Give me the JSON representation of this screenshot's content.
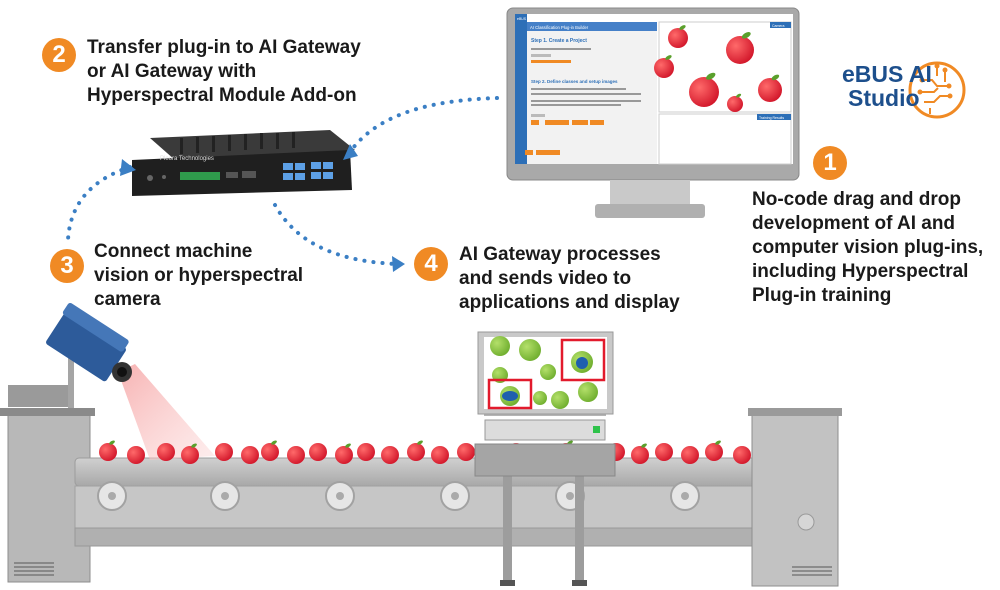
{
  "brand": {
    "line1": "eBUS AI",
    "line2": "Studio",
    "icon": "brain-circuit-icon",
    "color": "#1d4f8c",
    "icon_color": "#f08a24"
  },
  "steps": [
    {
      "number": "1",
      "lines": [
        "No-code drag and drop",
        "development of AI and",
        "computer vision plug-ins,",
        "including Hyperspectral",
        "Plug-in training"
      ]
    },
    {
      "number": "2",
      "lines": [
        "Transfer plug-in to AI Gateway",
        "or AI Gateway with",
        "Hyperspectral Module Add-on"
      ]
    },
    {
      "number": "3",
      "lines": [
        "Connect machine",
        "vision or hyperspectral",
        "camera"
      ]
    },
    {
      "number": "4",
      "lines": [
        "AI Gateway processes",
        "and sends video to",
        "applications and display"
      ]
    }
  ],
  "monitor_screen": {
    "app_title": "eBUS AI Studio",
    "panel_title": "AI Classification Plug-in Builder",
    "step_a": "Step 1. Create a Project",
    "step_b": "Step 2. Define classes and setup images",
    "camera_label": "Camera",
    "results_label": "Training Results"
  },
  "device": {
    "brand": "Pleora Technologies"
  },
  "colors": {
    "accent_orange": "#f08a24",
    "arrow_blue": "#3b7fc4",
    "apple_red": "#e8273a",
    "apple_green": "#8cc63f",
    "conveyor_grey": "#bcbcbc",
    "detection_box": "#e21a2c",
    "camera_blue": "#2d5b9a"
  }
}
